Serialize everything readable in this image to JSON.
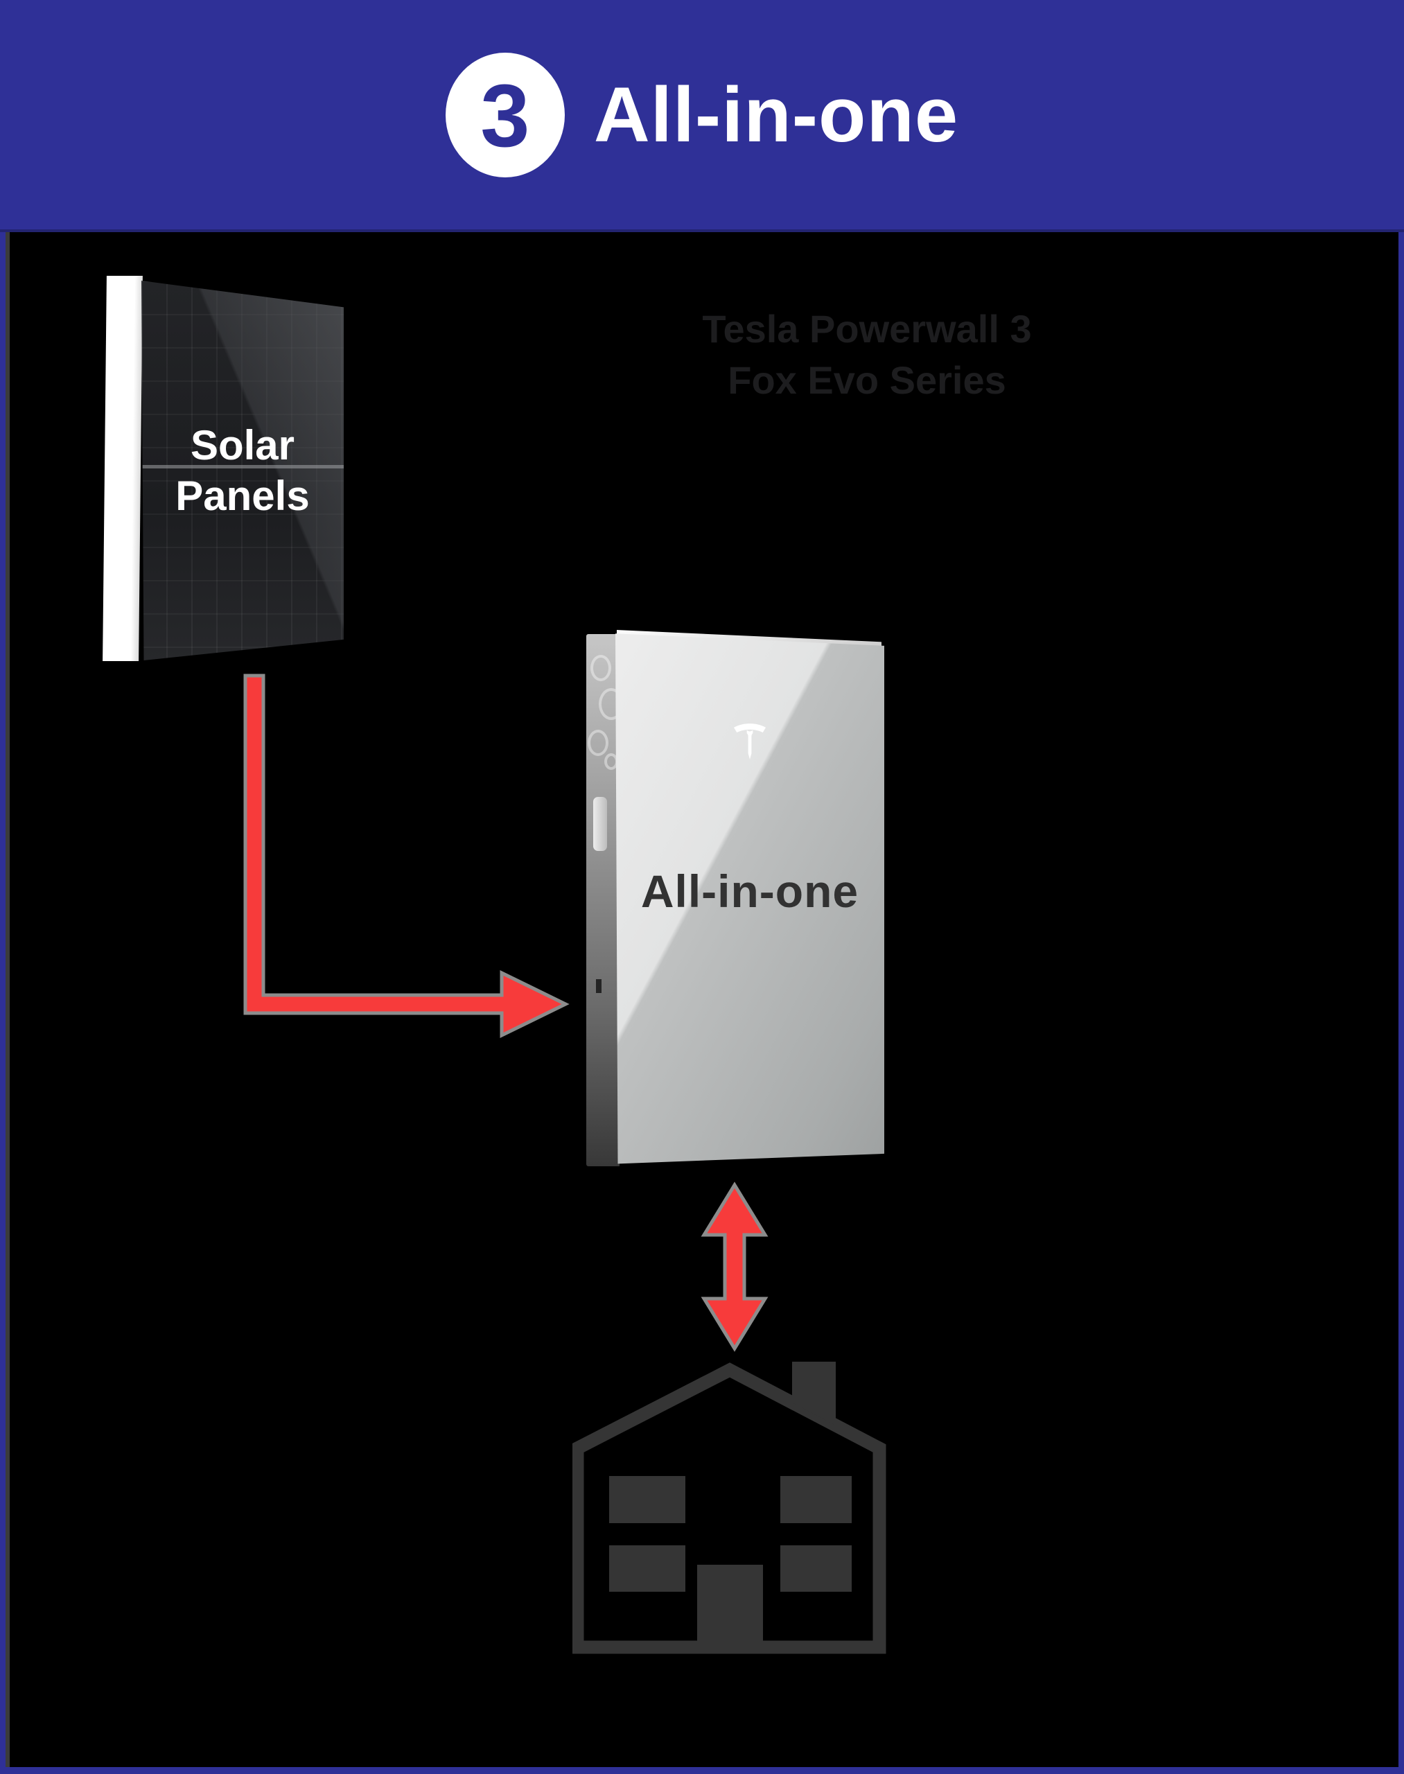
{
  "header": {
    "step_number": "3",
    "title": "All-in-one"
  },
  "diagram": {
    "solar_label_line1": "Solar",
    "solar_label_line2": "Panels",
    "caption_line1": "Tesla Powerwall 3",
    "caption_line2": "Fox Evo Series",
    "device_label": "All-in-one"
  },
  "colors": {
    "header-blue": "#2f3097",
    "caption-gray": "#1d1d1f",
    "device-label-gray": "#323232",
    "arrow-red": "#f73b3b",
    "arrow-outline": "#8c8c8c",
    "house-gray": "#353535"
  }
}
